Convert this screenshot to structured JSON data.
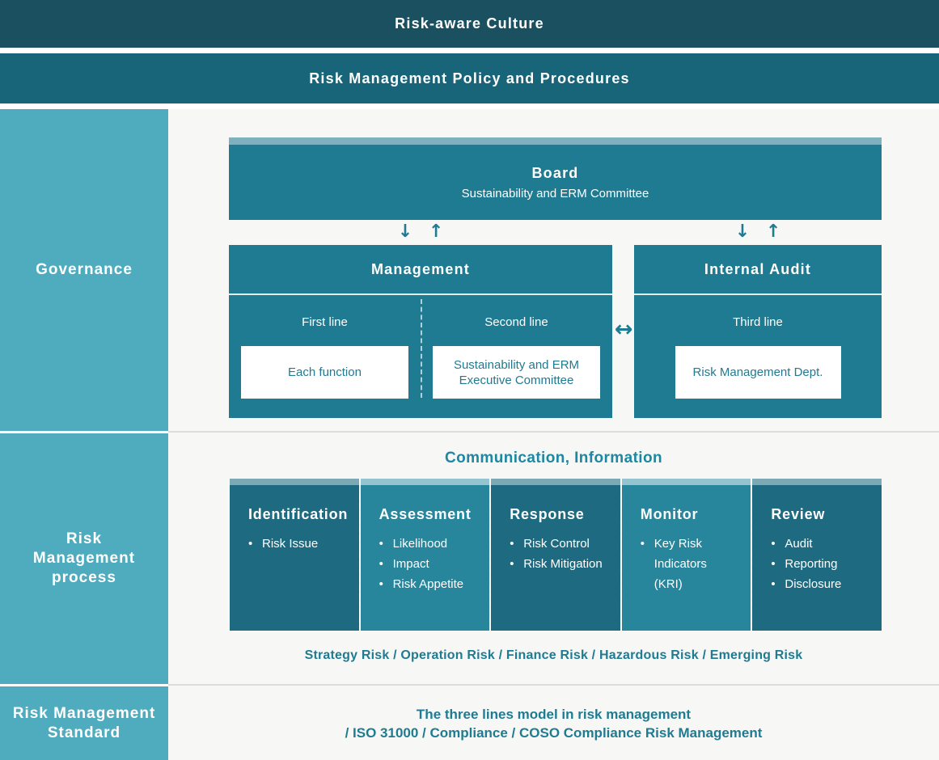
{
  "banners": {
    "culture": "Risk-aware Culture",
    "policy": "Risk Management Policy and Procedures"
  },
  "sidebar": {
    "governance": "Governance",
    "process": "Risk\nManagement\nprocess",
    "standard": "Risk Management\nStandard"
  },
  "governance": {
    "board": {
      "title": "Board",
      "subtitle": "Sustainability and ERM Committee"
    },
    "management": {
      "title": "Management",
      "first": {
        "label": "First line",
        "box": "Each function"
      },
      "second": {
        "label": "Second line",
        "box": "Sustainability and ERM Executive Committee"
      }
    },
    "internal_audit": {
      "title": "Internal Audit",
      "label": "Third line",
      "box": "Risk Management Dept."
    },
    "icons": {
      "down": "↓",
      "up": "↑",
      "both": "↔"
    }
  },
  "process": {
    "communication": "Communication, Information",
    "steps": [
      {
        "title": "Identification",
        "items": [
          "Risk Issue"
        ]
      },
      {
        "title": "Assessment",
        "items": [
          "Likelihood",
          "Impact",
          "Risk Appetite"
        ]
      },
      {
        "title": "Response",
        "items": [
          "Risk Control",
          "Risk Mitigation"
        ]
      },
      {
        "title": "Monitor",
        "items": [
          "Key Risk Indicators (KRI)"
        ]
      },
      {
        "title": "Review",
        "items": [
          "Audit",
          "Reporting",
          "Disclosure"
        ]
      }
    ],
    "risk_types": "Strategy Risk / Operation Risk / Finance Risk / Hazardous Risk / Emerging Risk"
  },
  "standard": {
    "line1": "The three lines model in risk management",
    "line2": "/ ISO 31000 / Compliance / COSO Compliance Risk Management"
  },
  "colors": {
    "culture_bar": "#1a505f",
    "policy_bar": "#186579",
    "sidebar": "#4fabbe",
    "panel_teal": "#1f7b91",
    "column_dark": "#1e6b81",
    "column_light": "#27859c",
    "light_strip": "#7fb0bd",
    "teal_text": "#1f7b91",
    "background": "#f7f7f5"
  }
}
